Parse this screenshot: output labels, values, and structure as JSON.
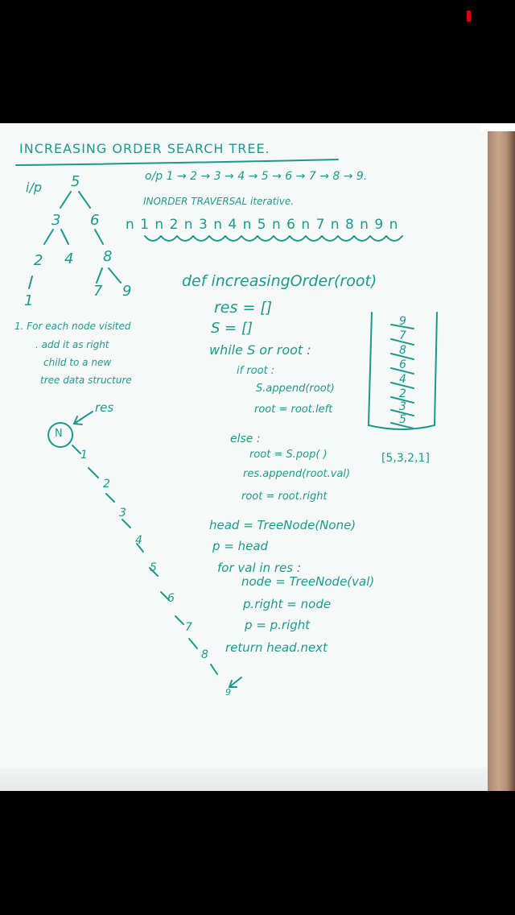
{
  "photo": {
    "title": "INCREASING ORDER SEARCH TREE.",
    "input_label": "i/p",
    "output_line": "o/p 1 → 2 → 3 → 4 → 5 → 6 → 7 → 8 → 9.",
    "traversal_heading": "INORDER TRAVERSAL iterative.",
    "traversal_sequence": "n 1 n 2 n 3 n 4 n 5 n 6 n 7 n 8 n 9 n",
    "tree_nodes": [
      "5",
      "3",
      "6",
      "2",
      "4",
      "8",
      "1",
      "7",
      "9"
    ],
    "notes": [
      "1. For each node visited",
      ". add it as right",
      "child to a new",
      "tree data structure"
    ],
    "res_label": "res",
    "chain_root": "N",
    "chain_values": [
      "1",
      "2",
      "3",
      "4",
      "5",
      "6",
      "7",
      "8",
      "9"
    ],
    "code_lines": [
      "def increasingOrder(root)",
      "res = []",
      "S = []",
      "while S or root :",
      "if root :",
      "S.append(root)",
      "root = root.left",
      "else :",
      "root = S.pop( )",
      "res.append(root.val)",
      "root = root.right",
      "head = TreeNode(None)",
      "p = head",
      "for val in res :",
      "node = TreeNode(val)",
      "p.right = node",
      "p = p.right",
      "return head.next"
    ],
    "stack_values": [
      "9",
      "7",
      "8",
      "6",
      "4",
      "2",
      "3",
      "5"
    ],
    "stack_snapshot": "[5,3,2,1]"
  }
}
